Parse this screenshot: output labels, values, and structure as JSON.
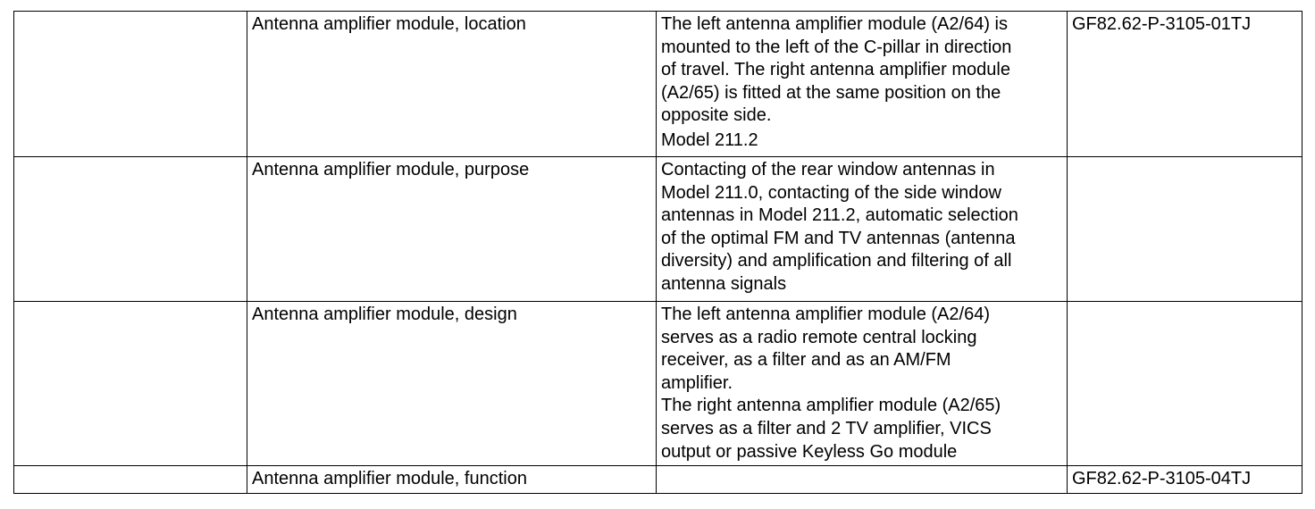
{
  "rows": [
    {
      "topic": "Antenna amplifier module, location",
      "text_lines": [
        "The left antenna amplifier module (A2/64) is",
        "mounted to the left of the C-pillar in direction",
        "of travel. The right antenna amplifier module",
        "(A2/65) is fitted at the same position on the",
        "opposite side."
      ],
      "model_note": "Model 211.2",
      "reference": "GF82.62-P-3105-01TJ"
    },
    {
      "topic": "Antenna amplifier module, purpose",
      "text_lines": [
        "Contacting of the rear window antennas in",
        "Model 211.0, contacting of the side window",
        "antennas in Model 211.2, automatic selection",
        "of the optimal FM and TV antennas (antenna",
        "diversity) and amplification and filtering of all",
        "antenna signals"
      ],
      "reference": ""
    },
    {
      "topic": "Antenna amplifier module, design",
      "text_lines": [
        "The left antenna amplifier module (A2/64)",
        "serves as a radio remote central locking",
        "receiver, as a filter and as an AM/FM",
        "amplifier.",
        "The right antenna amplifier module (A2/65)",
        "serves as a filter and 2 TV amplifier, VICS",
        "output or passive Keyless Go module"
      ],
      "reference": ""
    },
    {
      "topic": "Antenna amplifier module, function",
      "text_lines": [],
      "reference": "GF82.62-P-3105-04TJ"
    }
  ]
}
